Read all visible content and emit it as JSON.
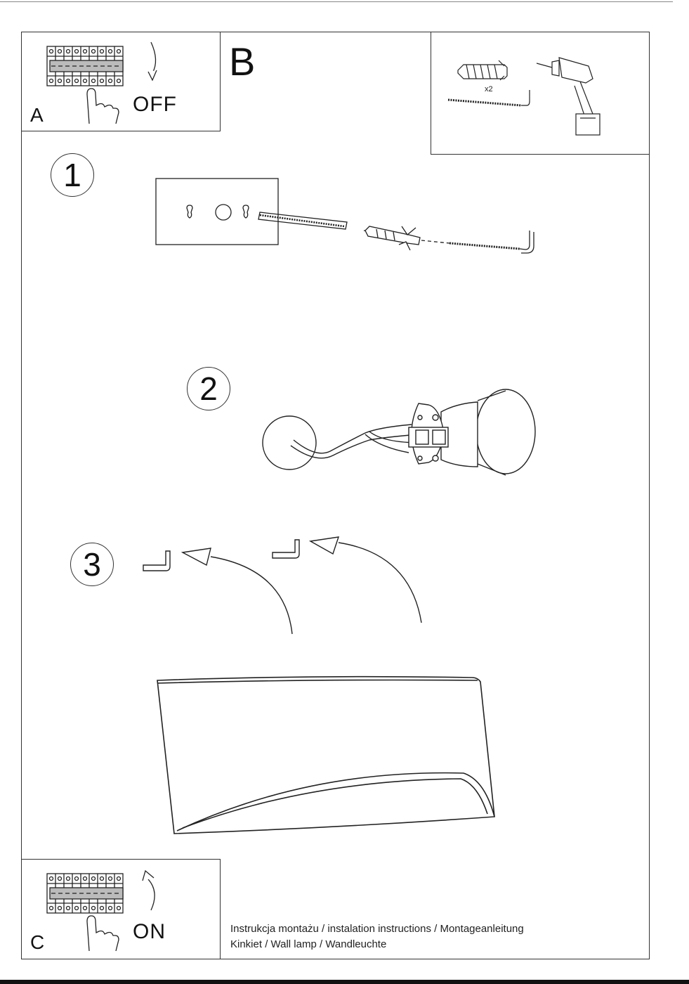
{
  "panel_a": {
    "letter": "A",
    "action": "OFF"
  },
  "panel_b": {
    "letter": "B"
  },
  "panel_c": {
    "letter": "C",
    "action": "ON"
  },
  "tools": {
    "quantity": "x2"
  },
  "steps": [
    "1",
    "2",
    "3"
  ],
  "footer": {
    "line1": "Instrukcja montażu / instalation instructions / Montageanleitung",
    "line2": "Kinkiet / Wall lamp / Wandleuchte"
  },
  "icons": [
    "circuit-breaker-icon",
    "hand-icon",
    "curved-arrow-icon",
    "wall-plug-icon",
    "hook-screw-icon",
    "cordless-drill-icon",
    "mounting-plate-icon",
    "lamp-socket-icon",
    "junction-box-icon",
    "hook-icon",
    "arc-arrow-icon",
    "lamp-shade-icon"
  ]
}
